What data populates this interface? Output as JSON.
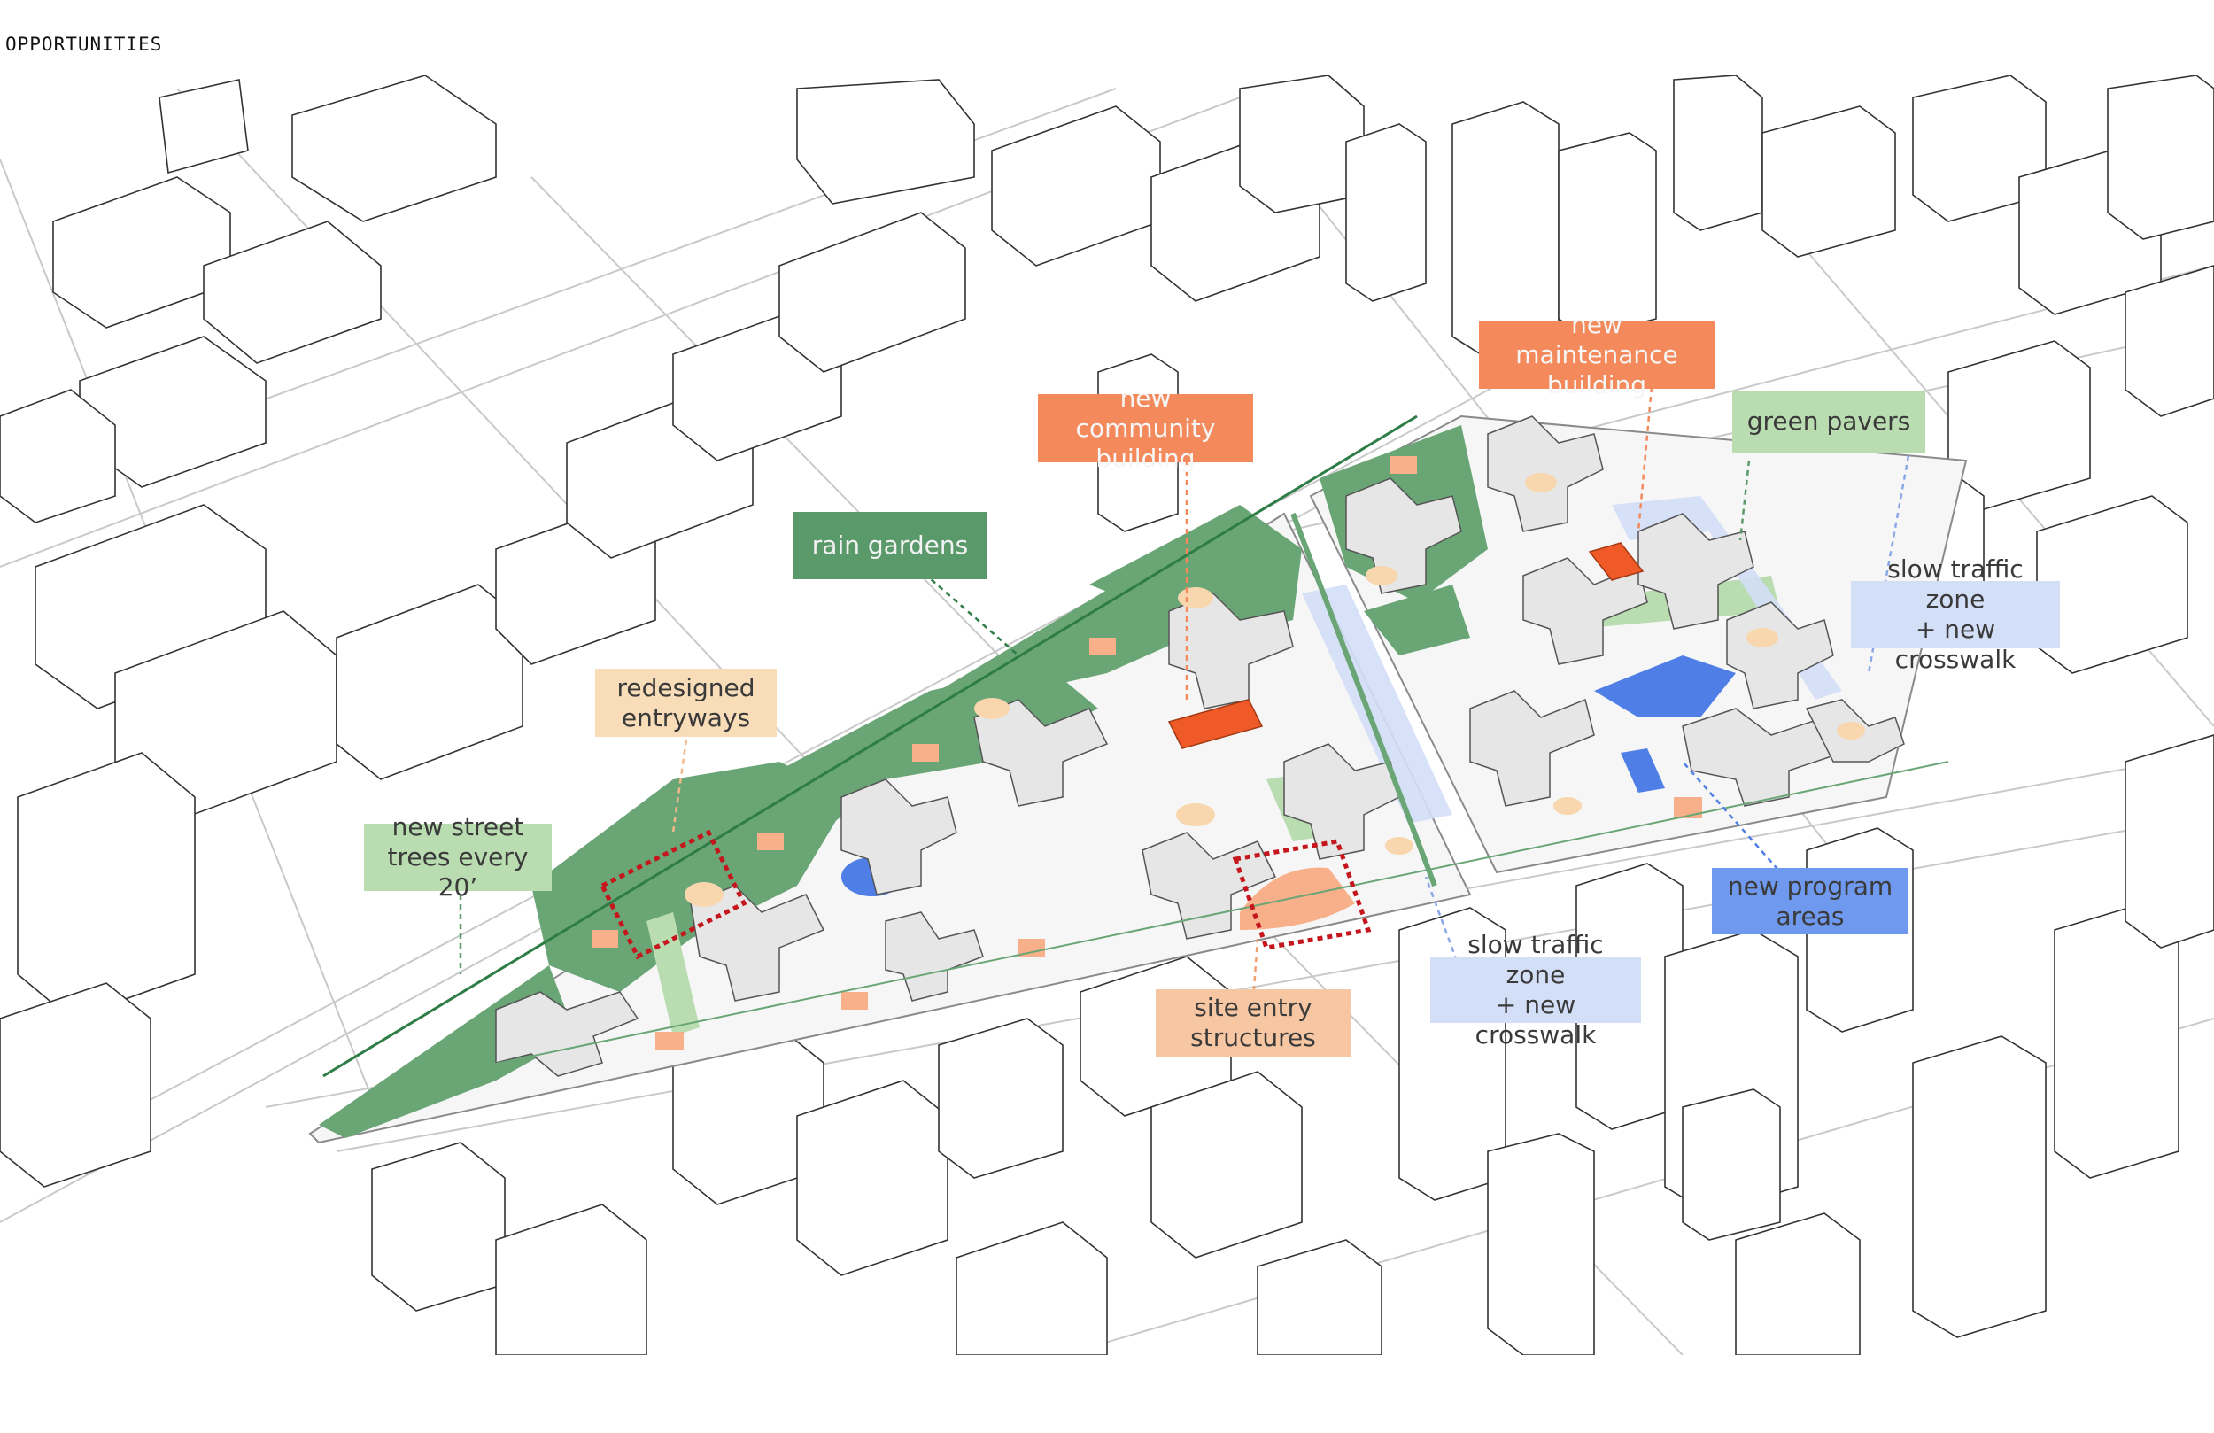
{
  "title": "OPPORTUNITIES",
  "colors": {
    "green_dark": "#5a9a6a",
    "green_light": "#b9dcb0",
    "orange_strong": "#f05a28",
    "orange_soft": "#f7b08a",
    "peach": "#f9dcb8",
    "blue_light": "#d3def7",
    "blue": "#4f7fe6",
    "red_dotted": "#c4161c",
    "line_gray": "#9a9a9a"
  },
  "labels": {
    "rain_gardens": "rain gardens",
    "new_community_building": "new community\nbuilding",
    "new_maintenance_building": "new maintenance\nbuilding",
    "green_pavers": "green pavers",
    "slow_traffic_zone_east": "slow traffic zone\n+ new crosswalk",
    "redesigned_entryways": "redesigned\nentryways",
    "new_street_trees": "new street\ntrees every 20’",
    "new_program_areas": "new program\nareas",
    "slow_traffic_zone_south": "slow traffic zone\n+ new crosswalk",
    "site_entry_structures": "site entry\nstructures"
  },
  "icons": {
    "buildings": "isometric-building-outline",
    "street_tree": "tree-dot"
  }
}
